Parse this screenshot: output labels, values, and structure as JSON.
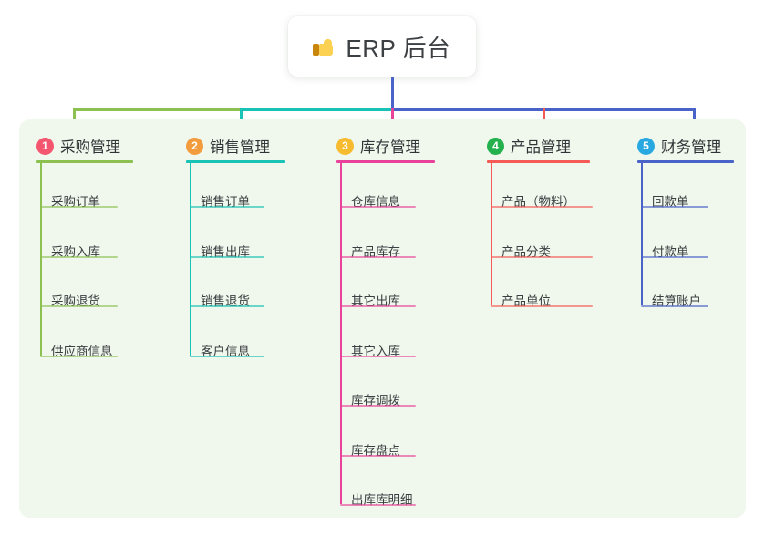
{
  "diagram": {
    "type": "mindmap-tree",
    "root": {
      "label": "ERP 后台",
      "icon": "thumbs-up-icon",
      "icon_char": "👍"
    },
    "panel_color": "#f0f7ec",
    "columns": [
      {
        "index": "1",
        "badge_number": "1",
        "badge_color": "#f4566f",
        "line_color": "#8cc152",
        "title": "采购管理",
        "items": [
          "采购订单",
          "采购入库",
          "采购退货",
          "供应商信息"
        ]
      },
      {
        "index": "2",
        "badge_number": "2",
        "badge_color": "#f39c3d",
        "line_color": "#18c2b5",
        "title": "销售管理",
        "items": [
          "销售订单",
          "销售出库",
          "销售退货",
          "客户信息"
        ]
      },
      {
        "index": "3",
        "badge_number": "3",
        "badge_color": "#f6bb2e",
        "line_color": "#e8429a",
        "title": "库存管理",
        "items": [
          "仓库信息",
          "产品库存",
          "其它出库",
          "其它入库",
          "库存调拨",
          "库存盘点",
          "出库库明细"
        ]
      },
      {
        "index": "4",
        "badge_number": "4",
        "badge_color": "#22b14c",
        "line_color": "#f65a57",
        "title": "产品管理",
        "items": [
          "产品（物料）",
          "产品分类",
          "产品单位"
        ]
      },
      {
        "index": "5",
        "badge_number": "5",
        "badge_color": "#28a8e0",
        "line_color": "#4a63c8",
        "title": "财务管理",
        "items": [
          "回款单",
          "付款单",
          "结算账户"
        ]
      }
    ],
    "connector": {
      "trunk_color": "#4a63c8",
      "bus_segments": [
        {
          "color": "#8cc152"
        },
        {
          "color": "#18c2b5"
        },
        {
          "color": "#4a63c8"
        }
      ],
      "drop_colors": [
        "#8cc152",
        "#18c2b5",
        "#e8429a",
        "#f65a57",
        "#4a63c8"
      ]
    }
  }
}
